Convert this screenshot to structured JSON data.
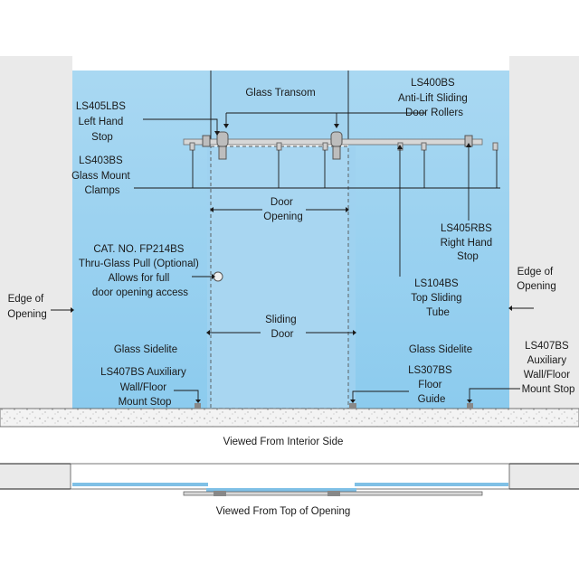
{
  "colors": {
    "wall": "#eaeaea",
    "glass_light": "#a9d8f2",
    "glass_dark": "#7fc0e6",
    "floor": "#f3f3f3",
    "hardware": "#6b6b6b"
  },
  "labels": {
    "glass_transom": "Glass Transom",
    "ls400bs": [
      "LS400BS",
      "Anti-Lift Sliding",
      "Door Rollers"
    ],
    "ls405lbs": [
      "LS405LBS",
      "Left Hand",
      "Stop"
    ],
    "ls403bs": [
      "LS403BS",
      "Glass Mount",
      "Clamps"
    ],
    "door_opening": [
      "Door",
      "Opening"
    ],
    "ls405rbs": [
      "LS405RBS",
      "Right Hand",
      "Stop"
    ],
    "fp214bs": [
      "CAT. NO. FP214BS",
      "Thru-Glass Pull (Optional)",
      "Allows for full",
      "door opening access"
    ],
    "edge_left": [
      "Edge of",
      "Opening"
    ],
    "edge_right": [
      "Edge of",
      "Opening"
    ],
    "ls104bs": [
      "LS104BS",
      "Top Sliding",
      "Tube"
    ],
    "sliding_door": [
      "Sliding",
      "Door"
    ],
    "sidelite_left": "Glass Sidelite",
    "sidelite_right": "Glass Sidelite",
    "ls407bs_left": [
      "LS407BS Auxiliary",
      "Wall/Floor",
      "Mount Stop"
    ],
    "ls307bs": [
      "LS307BS",
      "Floor",
      "Guide"
    ],
    "ls407bs_right": [
      "LS407BS",
      "Auxiliary",
      "Wall/Floor",
      "Mount Stop"
    ],
    "view_interior": "Viewed From Interior Side",
    "view_top": "Viewed From Top of Opening"
  }
}
